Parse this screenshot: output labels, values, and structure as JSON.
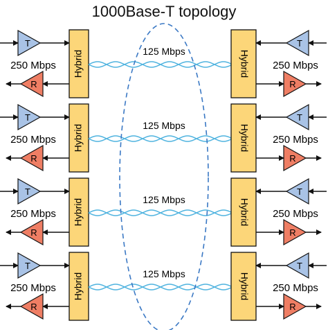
{
  "title": "1000Base-T topology",
  "colors": {
    "hybrid_fill": "#fcd679",
    "transmit_fill": "#a9c3e6",
    "receive_fill": "#ef7e64",
    "twisted_pair": "#4fb3df",
    "ellipse": "#3a78c4",
    "line": "#111111"
  },
  "channels": [
    {
      "left_rate": "250 Mbps",
      "pair_rate": "125 Mbps",
      "right_rate": "250 Mbps",
      "hybrid_left": "Hybrid",
      "hybrid_right": "Hybrid",
      "tx": "T",
      "rx": "R"
    },
    {
      "left_rate": "250 Mbps",
      "pair_rate": "125 Mbps",
      "right_rate": "250 Mbps",
      "hybrid_left": "Hybrid",
      "hybrid_right": "Hybrid",
      "tx": "T",
      "rx": "R"
    },
    {
      "left_rate": "250 Mbps",
      "pair_rate": "125 Mbps",
      "right_rate": "250 Mbps",
      "hybrid_left": "Hybrid",
      "hybrid_right": "Hybrid",
      "tx": "T",
      "rx": "R"
    },
    {
      "left_rate": "250 Mbps",
      "pair_rate": "125 Mbps",
      "right_rate": "250 Mbps",
      "hybrid_left": "Hybrid",
      "hybrid_right": "Hybrid",
      "tx": "T",
      "rx": "R"
    }
  ]
}
